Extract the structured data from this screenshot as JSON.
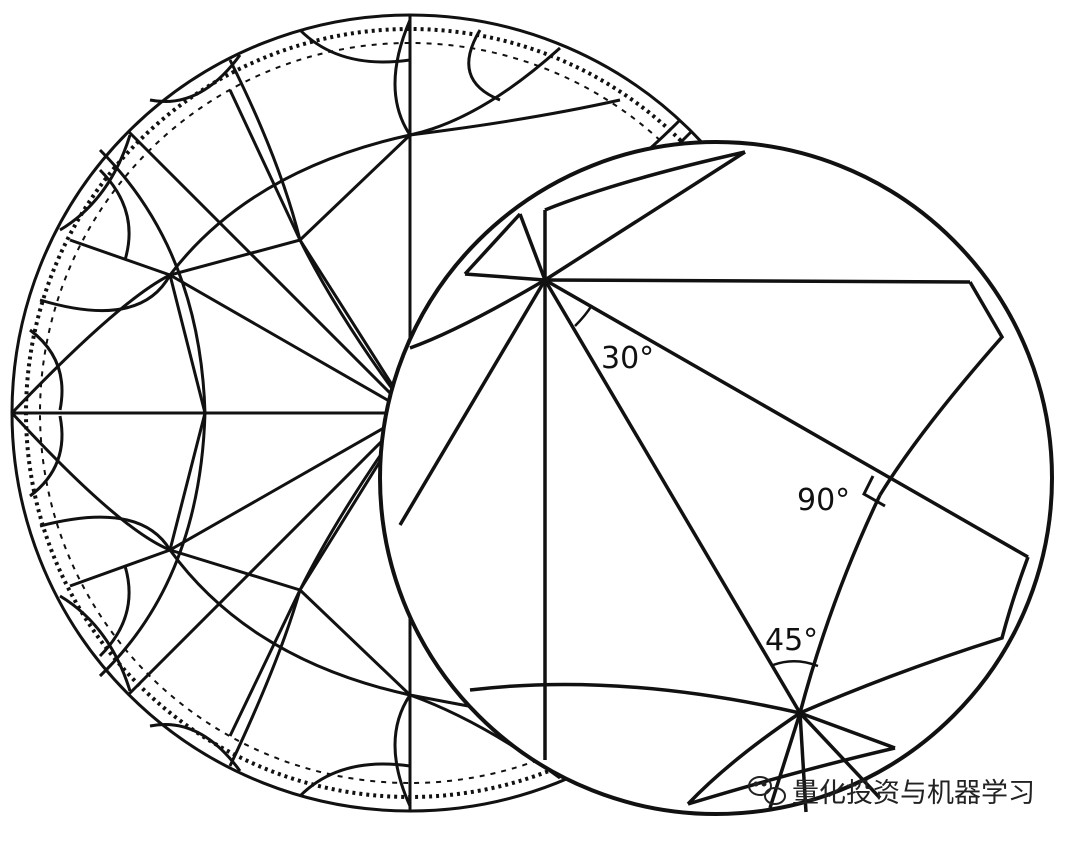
{
  "figure": {
    "angles": {
      "a30": "30°",
      "a90": "90°",
      "a45": "45°"
    },
    "colors": {
      "ink": "#111111",
      "background": "#ffffff"
    }
  },
  "watermark": {
    "icon": "wechat-icon",
    "text": "量化投资与机器学习"
  }
}
